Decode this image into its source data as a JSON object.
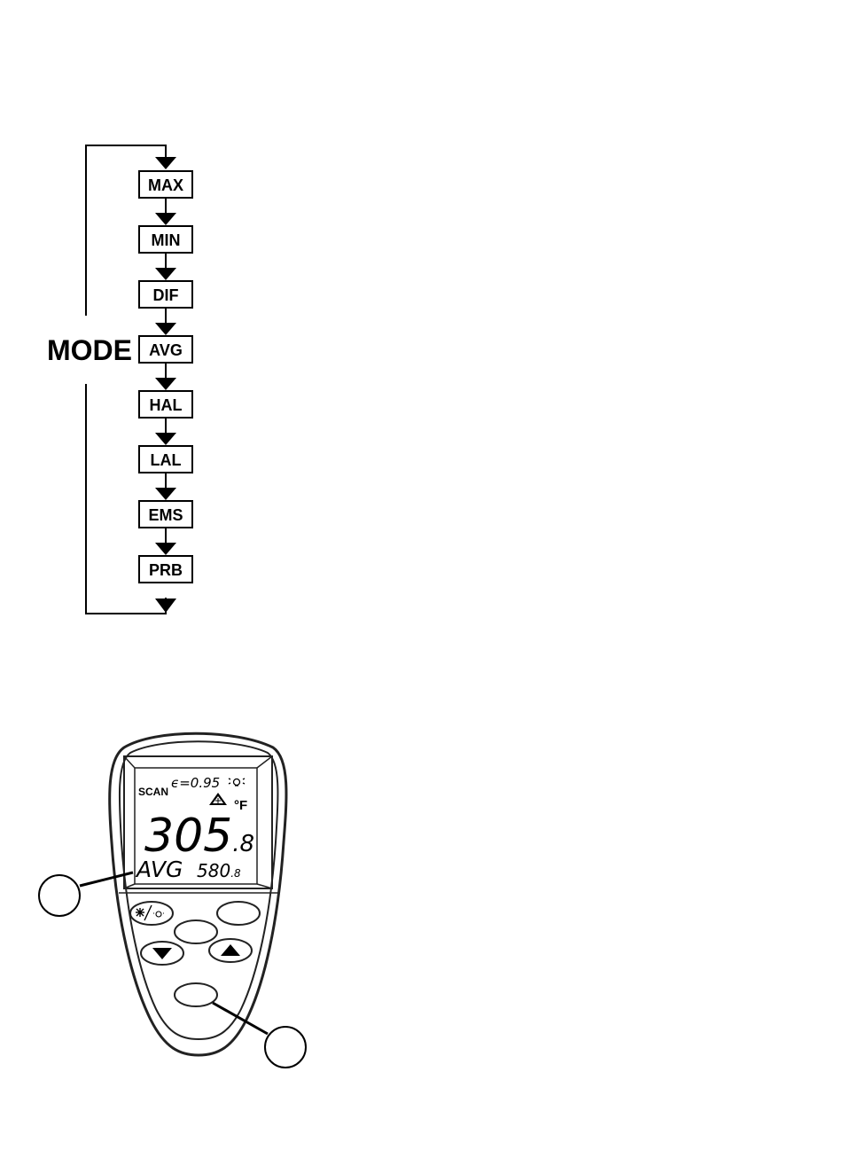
{
  "flow": {
    "title": "MODE",
    "modes": [
      "MAX",
      "MIN",
      "DIF",
      "AVG",
      "HAL",
      "LAL",
      "EMS",
      "PRB"
    ]
  },
  "device": {
    "scan_label": "SCAN",
    "emissivity_label": "ϵ=0.95",
    "unit_label": "°F",
    "main_reading_integer": "305",
    "main_reading_decimal": ".8",
    "secondary_mode_label": "AVG",
    "secondary_reading_integer": "580",
    "secondary_reading_decimal": ".8",
    "icons": [
      "laser-warning-icon",
      "backlight-icon",
      "laser-backlight-button-icon",
      "down-arrow-icon",
      "up-arrow-icon"
    ]
  }
}
